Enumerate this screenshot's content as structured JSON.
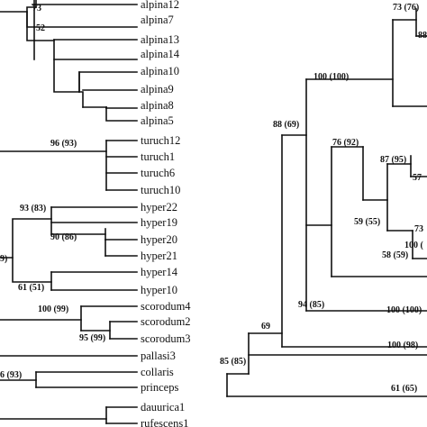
{
  "left_tree": {
    "taxa": [
      "alpina12",
      "alpina7",
      "alpina13",
      "alpina14",
      "alpina10",
      "alpina9",
      "alpina8",
      "alpina5",
      "turuch12",
      "turuch1",
      "turuch6",
      "turuch10",
      "hyper22",
      "hyper19",
      "hyper20",
      "hyper21",
      "hyper14",
      "hyper10",
      "scorodum4",
      "scorodum2",
      "scorodum3",
      "pallasi3",
      "collaris",
      "princeps",
      "dauurica1",
      "rufescens1"
    ],
    "support": {
      "alpina_top": "73",
      "alpina_inner": "52",
      "turuch": "96 (93)",
      "hyper_clade": "93 (83)",
      "hyper_inner": "90 (86)",
      "hyper_lower": "61 (51)",
      "hyper_cut": "9)",
      "scorodum": "100 (99)",
      "scorodum_inner": "95 (99)",
      "collaris": "6 (93)"
    }
  },
  "right_tree": {
    "support": {
      "s_73_76": "73 (76)",
      "s_88": "88",
      "s_100_100_top": "100 (100)",
      "s_88_69": "88 (69)",
      "s_76_92": "76 (92)",
      "s_87_95": "87 (95)",
      "s_57": "57",
      "s_59_55": "59 (55)",
      "s_73": "73",
      "s_58_59": "58 (59)",
      "s_100_cut": "100 (",
      "s_94_85": "94 (85)",
      "s_100_100_mid": "100 (100)",
      "s_69": "69",
      "s_100_98": "100 (98)",
      "s_85_85": "85 (85)",
      "s_61_65": "61 (65)"
    }
  }
}
